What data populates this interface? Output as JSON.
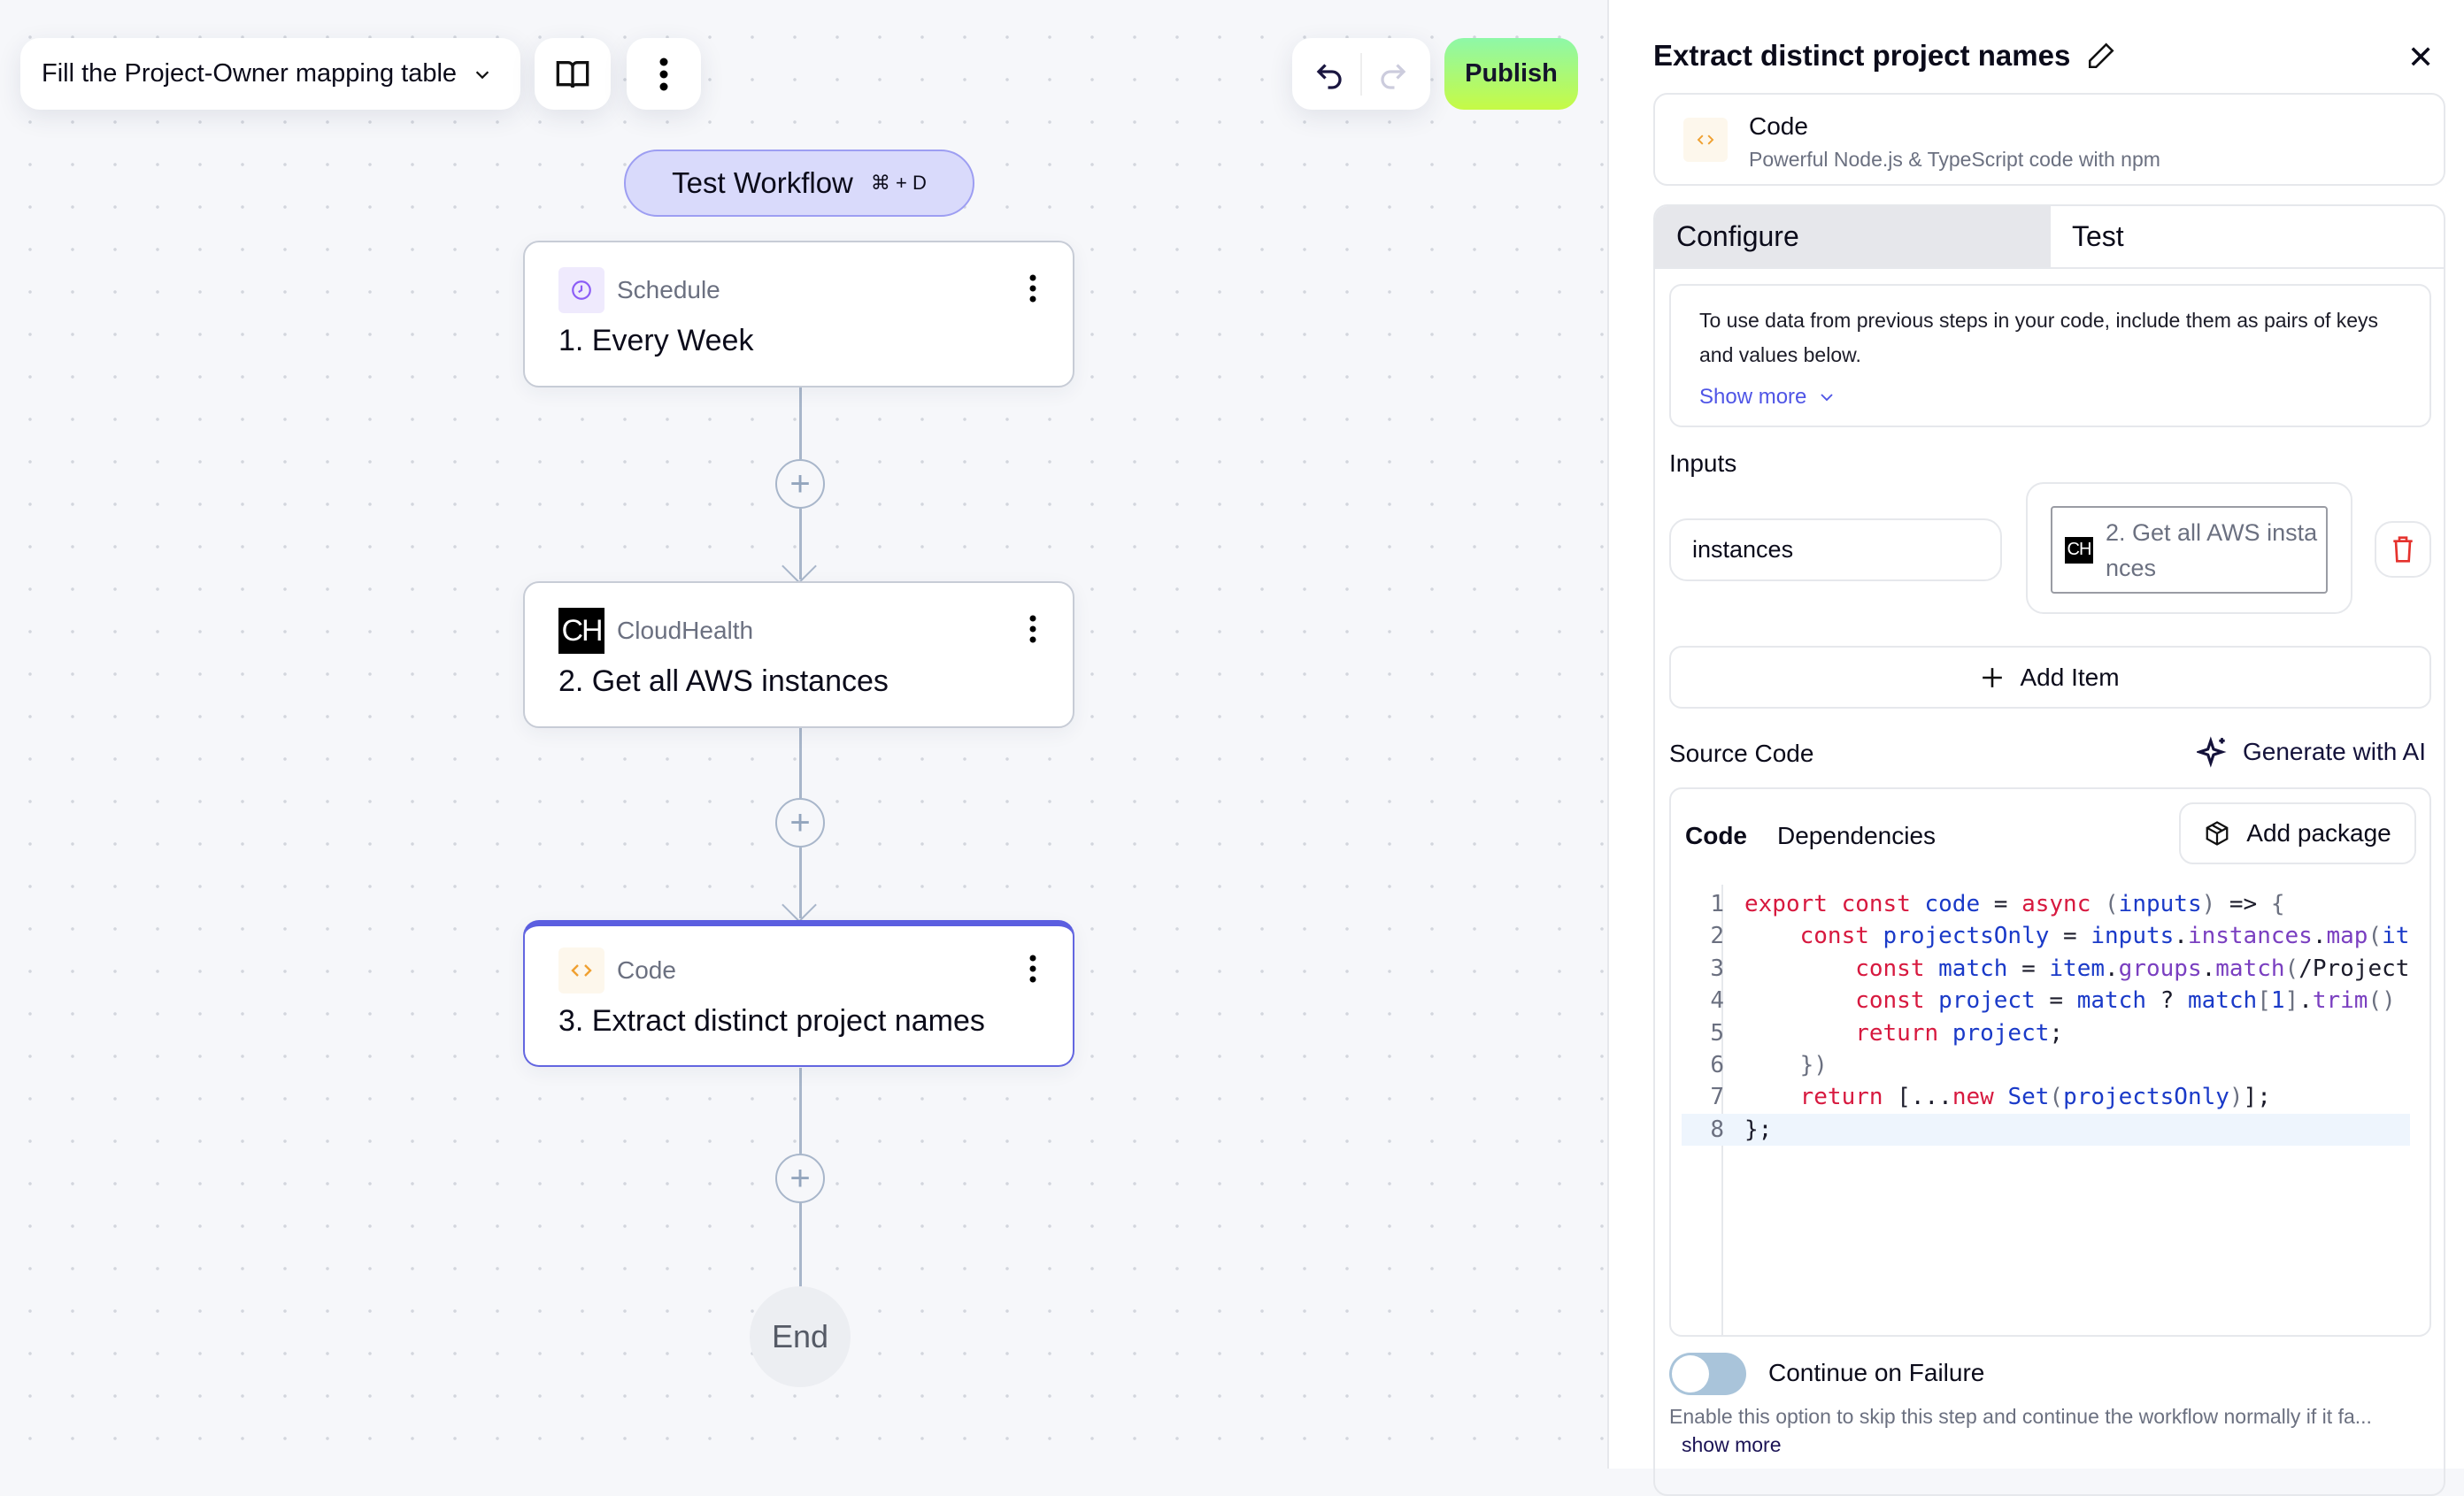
{
  "toolbar": {
    "workflow_name": "Fill the Project-Owner mapping table",
    "publish_label": "Publish"
  },
  "test_workflow": {
    "label": "Test Workflow",
    "shortcut": "⌘ + D"
  },
  "nodes": [
    {
      "app": "Schedule",
      "title": "1. Every Week",
      "icon": "clock-icon"
    },
    {
      "app": "CloudHealth",
      "title": "2. Get all AWS instances",
      "icon": "CH"
    },
    {
      "app": "Code",
      "title": "3. Extract distinct project names",
      "icon": "code-icon"
    }
  ],
  "end_label": "End",
  "panel": {
    "title": "Extract distinct project names",
    "app": {
      "name": "Code",
      "description": "Powerful Node.js & TypeScript code with npm"
    },
    "tabs": [
      "Configure",
      "Test"
    ],
    "active_tab": "Configure",
    "info": "To use data from previous steps in your code, include them as pairs of keys and values below.",
    "show_more": "Show more",
    "inputs_label": "Inputs",
    "input_key": "instances",
    "input_value": "2. Get all AWS instances",
    "input_value_icon": "CH",
    "add_item": "Add Item",
    "source_code_label": "Source Code",
    "generate_ai": "Generate with AI",
    "code_tabs": [
      "Code",
      "Dependencies"
    ],
    "add_package": "Add package",
    "code_lines": [
      [
        [
          "export ",
          "kw"
        ],
        [
          "const ",
          "kw"
        ],
        [
          "code ",
          "id"
        ],
        [
          "= ",
          "t"
        ],
        [
          "async ",
          "kw"
        ],
        [
          "(",
          "p"
        ],
        [
          "inputs",
          "id"
        ],
        [
          ") ",
          "p"
        ],
        [
          "=> ",
          "t"
        ],
        [
          "{",
          "p"
        ]
      ],
      [
        [
          "    const ",
          "kw"
        ],
        [
          "projectsOnly ",
          "id"
        ],
        [
          "= ",
          "t"
        ],
        [
          "inputs",
          "id"
        ],
        [
          ".",
          "t"
        ],
        [
          "instances",
          "prop"
        ],
        [
          ".",
          "t"
        ],
        [
          "map",
          "prop"
        ],
        [
          "(",
          "p"
        ],
        [
          "item",
          "id"
        ]
      ],
      [
        [
          "        const ",
          "kw"
        ],
        [
          "match ",
          "id"
        ],
        [
          "= ",
          "t"
        ],
        [
          "item",
          "id"
        ],
        [
          ".",
          "t"
        ],
        [
          "groups",
          "prop"
        ],
        [
          ".",
          "t"
        ],
        [
          "match",
          "prop"
        ],
        [
          "(",
          "p"
        ],
        [
          "/Project",
          "t"
        ]
      ],
      [
        [
          "        const ",
          "kw"
        ],
        [
          "project ",
          "id"
        ],
        [
          "= ",
          "t"
        ],
        [
          "match ",
          "id"
        ],
        [
          "? ",
          "t"
        ],
        [
          "match",
          "id"
        ],
        [
          "[",
          "p"
        ],
        [
          "1",
          "id"
        ],
        [
          "]",
          "p"
        ],
        [
          ".",
          "t"
        ],
        [
          "trim",
          "prop"
        ],
        [
          "()",
          "p"
        ]
      ],
      [
        [
          "        return ",
          "kw"
        ],
        [
          "project",
          "id"
        ],
        [
          ";",
          "t"
        ]
      ],
      [
        [
          "    })",
          "p"
        ]
      ],
      [
        [
          "    return ",
          "kw"
        ],
        [
          "[...",
          "t"
        ],
        [
          "new ",
          "kw"
        ],
        [
          "Set",
          "id"
        ],
        [
          "(",
          "p"
        ],
        [
          "projectsOnly",
          "id"
        ],
        [
          ")",
          "p"
        ],
        [
          "];",
          "t"
        ]
      ],
      [
        [
          "};",
          "t"
        ]
      ]
    ],
    "continue_on_failure": {
      "label": "Continue on Failure",
      "enabled": false,
      "description": "Enable this option to skip this step and continue the workflow normally if it fa...",
      "show_more": "show more"
    }
  },
  "colors": {
    "accent": "#5b5ee0",
    "publish_gradient": [
      "#8ef8a8",
      "#c6fa45"
    ],
    "danger": "#e5322d"
  }
}
